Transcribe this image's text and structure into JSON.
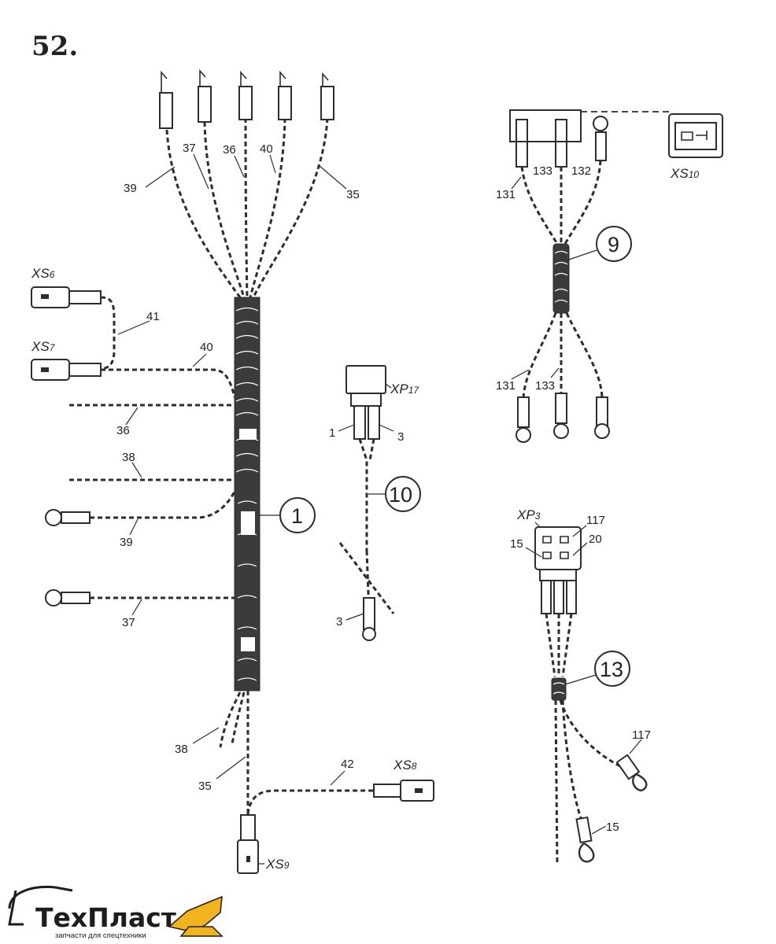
{
  "figure": {
    "number": "52."
  },
  "harness_1": {
    "callout": "1",
    "top_wires": [
      "39",
      "37",
      "36",
      "40",
      "35"
    ],
    "connectors": {
      "xs6": {
        "main": "XS",
        "sub": "6"
      },
      "xs7": {
        "main": "XS",
        "sub": "7"
      },
      "xs8": {
        "main": "XS",
        "sub": "8"
      },
      "xs9": {
        "main": "XS",
        "sub": "9"
      }
    },
    "wires": {
      "w41": "41",
      "w40": "40",
      "w36": "36",
      "w38": "38",
      "w39": "39",
      "w37": "37",
      "w38_bottom": "38",
      "w35_bottom": "35",
      "w42": "42"
    }
  },
  "harness_9": {
    "callout": "9",
    "connector": {
      "main": "XS",
      "sub": "10"
    },
    "wires_top": [
      "131",
      "133",
      "132"
    ],
    "wires_bottom": [
      "131",
      "133"
    ]
  },
  "harness_10": {
    "callout": "10",
    "connector": {
      "main": "XP",
      "sub": "17"
    },
    "wires": [
      "1",
      "3",
      "3"
    ]
  },
  "harness_13": {
    "callout": "13",
    "connector": {
      "main": "XP",
      "sub": "3"
    },
    "pins": [
      "117",
      "15",
      "20"
    ],
    "wires": [
      "117",
      "15"
    ]
  },
  "logo": {
    "name": "ТехПласт",
    "tagline": "запчасти для спецтехники",
    "colors": {
      "text": "#1d1d1d",
      "accent": "#f2b41c"
    }
  }
}
